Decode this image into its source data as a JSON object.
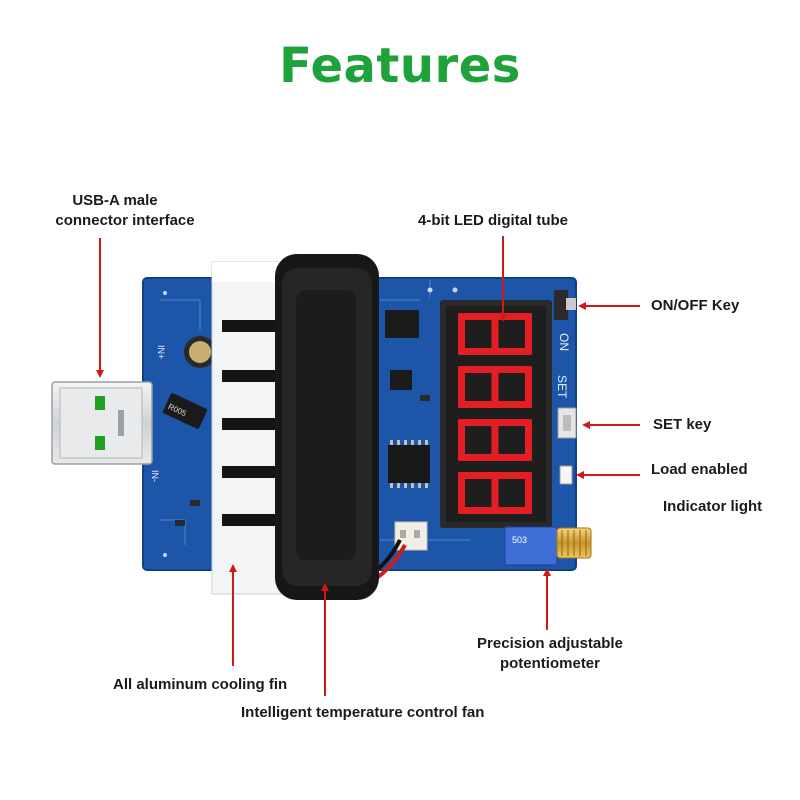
{
  "title": "Features",
  "labels": {
    "usb_line1": "USB-A male",
    "usb_line2": "connector interface",
    "led_tube": "4-bit LED digital tube",
    "on_off_key": "ON/OFF Key",
    "set_key": "SET key",
    "load_enabled": "Load enabled",
    "indicator_light": "Indicator light",
    "pot_line1": "Precision adjustable",
    "pot_line2": "potentiometer",
    "cooling_fin": "All aluminum cooling fin",
    "fan": "Intelligent temperature control fan"
  },
  "board_text": {
    "on": "ON",
    "set": "SET",
    "in_plus": "IN+",
    "in_minus": "IN-",
    "resistor": "R005",
    "pot_code": "503"
  },
  "colors": {
    "title": "#1ea33a",
    "pcb": "#1d55a8",
    "arrow": "#d01818",
    "led": "#e31e24"
  }
}
